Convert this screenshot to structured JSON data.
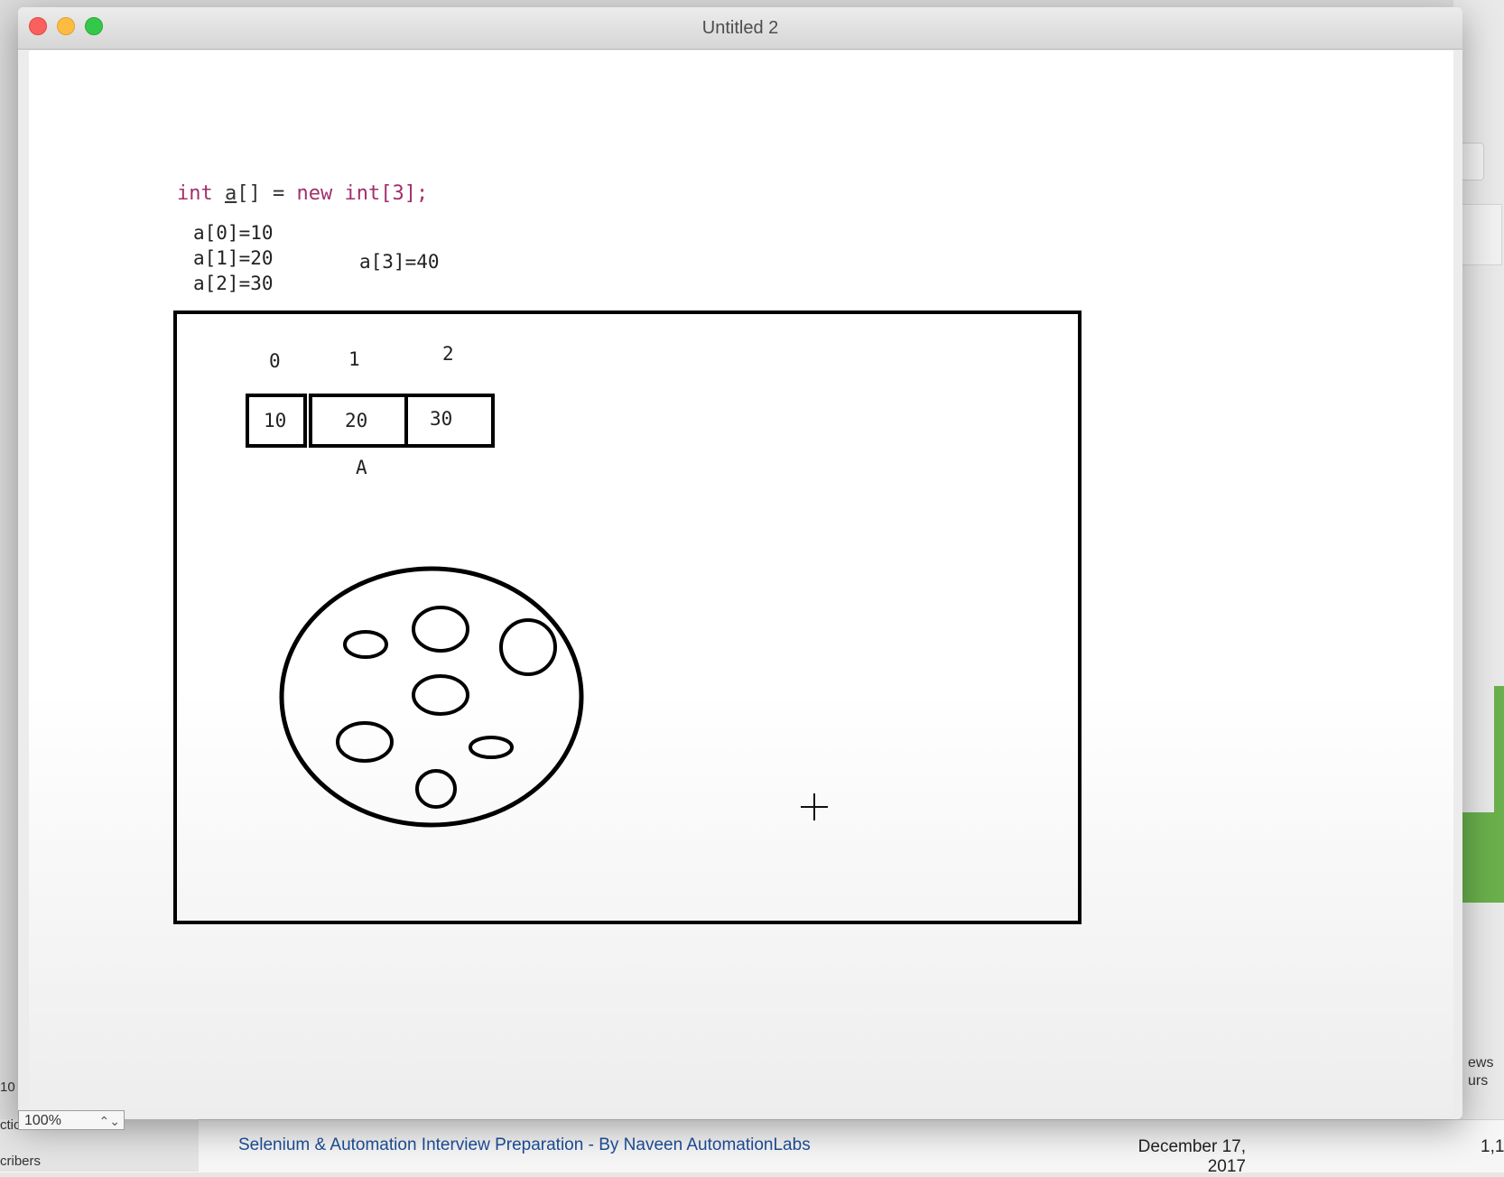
{
  "window": {
    "title": "Untitled 2"
  },
  "code": {
    "keyword_int": "int",
    "var": "a",
    "brackets": "[]",
    "assign": " = ",
    "keyword_new": "new",
    "alloc": "int[3];"
  },
  "assignments": [
    "a[0]=10",
    "a[1]=20",
    "a[2]=30"
  ],
  "overflow_assignment": "a[3]=40",
  "array_diagram": {
    "indices": [
      "0",
      "1",
      "2"
    ],
    "values": [
      "10",
      "20",
      "30"
    ],
    "label": "A"
  },
  "zoom": {
    "value": "100%",
    "arrows": "⌃⌄"
  },
  "background": {
    "video_title": "Selenium & Automation Interview Preparation - By Naveen AutomationLabs",
    "date_line1": "December 17,",
    "date_line2": "2017",
    "count": "1,1",
    "left_snippet1": "10",
    "left_snippet2": "ctic",
    "left_snippet3": "cribers",
    "right_snippet1": "ews",
    "right_snippet2": "urs"
  },
  "colors": {
    "keyword": "#a2306c",
    "link": "#1d4e9a",
    "chart_green": "#6ab04c"
  }
}
